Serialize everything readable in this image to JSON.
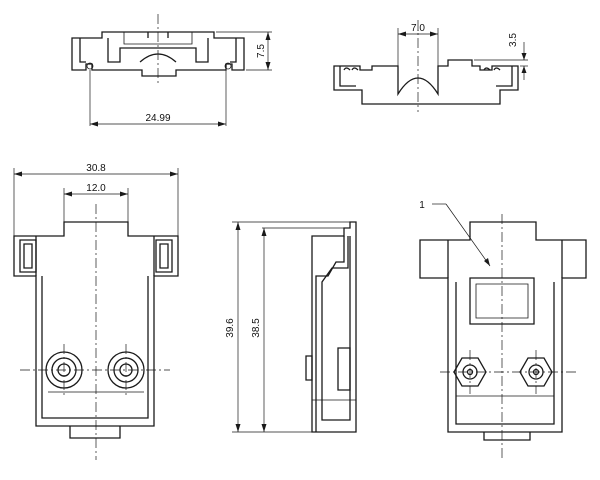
{
  "views": {
    "top_left": {
      "dim_width": "24.99",
      "dim_height": "7.5"
    },
    "top_right": {
      "dim_slot": "7.0",
      "dim_depth": "3.5"
    },
    "front": {
      "dim_overall": "30.8",
      "dim_top": "12.0"
    },
    "side": {
      "dim_total": "39.6",
      "dim_body": "38.5"
    },
    "back": {
      "callout": "1"
    }
  }
}
